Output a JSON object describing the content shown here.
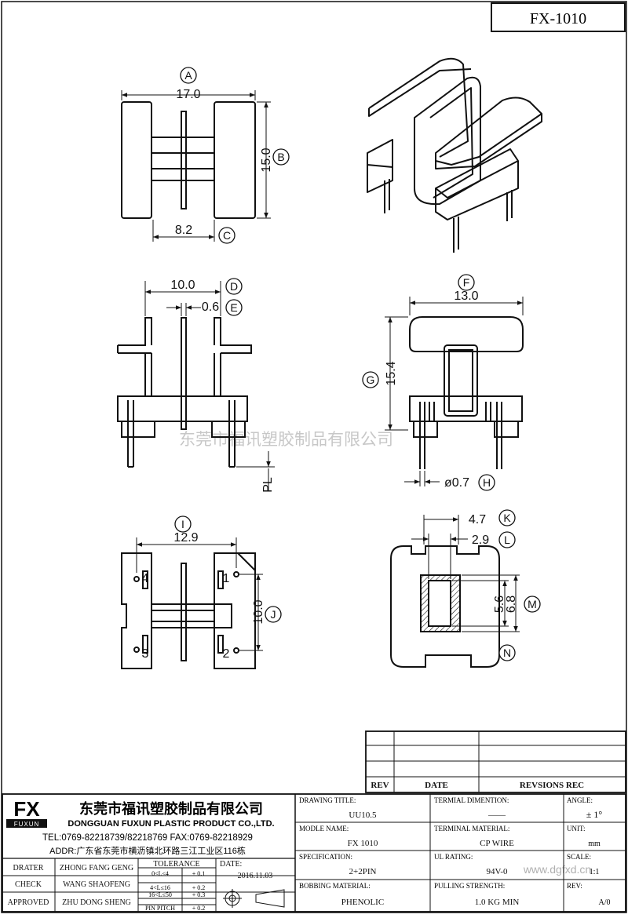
{
  "part_number": "FX-1010",
  "dimensions": {
    "A": {
      "letter": "A",
      "value": "17.0"
    },
    "B": {
      "letter": "B",
      "value": "15.0"
    },
    "C": {
      "letter": "C",
      "value": "8.2"
    },
    "D": {
      "letter": "D",
      "value": "10.0"
    },
    "E": {
      "letter": "E",
      "value": "0.6"
    },
    "F": {
      "letter": "F",
      "value": "13.0"
    },
    "G": {
      "letter": "G",
      "value": "15.4"
    },
    "H": {
      "letter": "H",
      "value": "ø0.7"
    },
    "I": {
      "letter": "I",
      "value": "12.9"
    },
    "J": {
      "letter": "J",
      "value": "10.0"
    },
    "K": {
      "letter": "K",
      "value": "4.7"
    },
    "L": {
      "letter": "L",
      "value": "2.9"
    },
    "M": {
      "letter": "M",
      "value": "5.6",
      "value2": "6.8"
    },
    "N": {
      "letter": "N"
    }
  },
  "pl_label": "PL",
  "pins": [
    "1",
    "2",
    "3",
    "4"
  ],
  "watermark": {
    "text": "东莞市福讯塑胶制品有限公司",
    "url": "www.dgfxd.cn"
  },
  "revision_table": {
    "headers": [
      "REV",
      "DATE",
      "REVSIONS REC"
    ]
  },
  "company": {
    "logo": "FX",
    "logo_sub": "FUXUN",
    "name_cn": "东莞市福讯塑胶制品有限公司",
    "name_en": "DONGGUAN FUXUN PLASTIC PRODUCT CO.,LTD.",
    "contact": "TEL:0769-82218739/82218769 FAX:0769-82218929",
    "address": "ADDR:广东省东莞市横沥镇北环路三江工业区116栋"
  },
  "title_block": {
    "drawing_title_label": "DRAWING TITLE:",
    "drawing_title": "UU10.5",
    "terminal_dimention_label": "TERMIAL DIMENTION:",
    "terminal_dimention": "——",
    "angle_label": "ANGLE:",
    "angle": "± 1°",
    "model_name_label": "MODLE NAME:",
    "model_name": "FX 1010",
    "terminal_material_label": "TERMINAL MATERIAL:",
    "terminal_material": "CP WIRE",
    "unit_label": "UNIT:",
    "unit": "mm",
    "specification_label": "SPECIFICATION:",
    "specification": "2+2PIN",
    "ul_rating_label": "UL RATING:",
    "ul_rating": "94V-0",
    "scale_label": "SCALE:",
    "scale": "1:1",
    "bobbin_material_label": "BOBBING MATERIAL:",
    "bobbin_material": "PHENOLIC",
    "pulling_strength_label": "PULLING STRENGTH:",
    "pulling_strength": "1.0 KG MIN",
    "rev_label": "REV:",
    "rev": "A/0",
    "drater_label": "DRATER",
    "drater": "ZHONG FANG GENG",
    "check_label": "CHECK",
    "check": "WANG SHAOFENG",
    "approved_label": "APPROVED",
    "approved": "ZHU DONG SHENG",
    "tolerance_label": "TOLERANCE",
    "tolerance_rows": [
      {
        "range": "0<L≤4",
        "value": "+ 0.1"
      },
      {
        "range": "4<L≤16",
        "value": "+ 0.2"
      },
      {
        "range": "16<L≤50",
        "value": "+ 0.3"
      },
      {
        "range": "PIN PITCH",
        "value": "+ 0.2"
      }
    ],
    "date_label": "DATE:",
    "date": "2016.11.03"
  }
}
